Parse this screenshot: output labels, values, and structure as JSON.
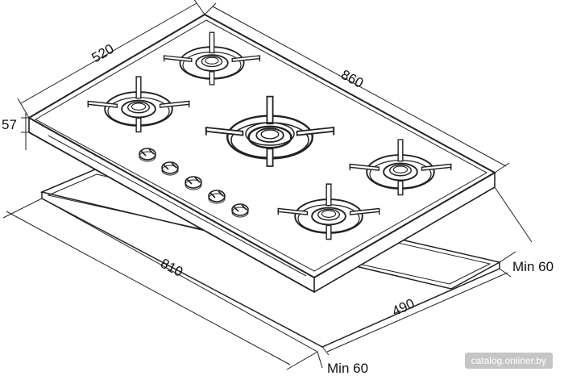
{
  "dimensions": {
    "width_top": "520",
    "length_top": "860",
    "height_side": "57",
    "cutout_length": "810",
    "cutout_width": "490",
    "clearance_right": "Min 60",
    "clearance_front": "Min 60"
  },
  "burners": [
    {
      "id": "rear-left",
      "size": "small"
    },
    {
      "id": "left",
      "size": "medium"
    },
    {
      "id": "center",
      "size": "wok"
    },
    {
      "id": "right",
      "size": "medium"
    },
    {
      "id": "front",
      "size": "medium"
    }
  ],
  "knobs_count": 5,
  "watermark": "catalog.onliner.by"
}
